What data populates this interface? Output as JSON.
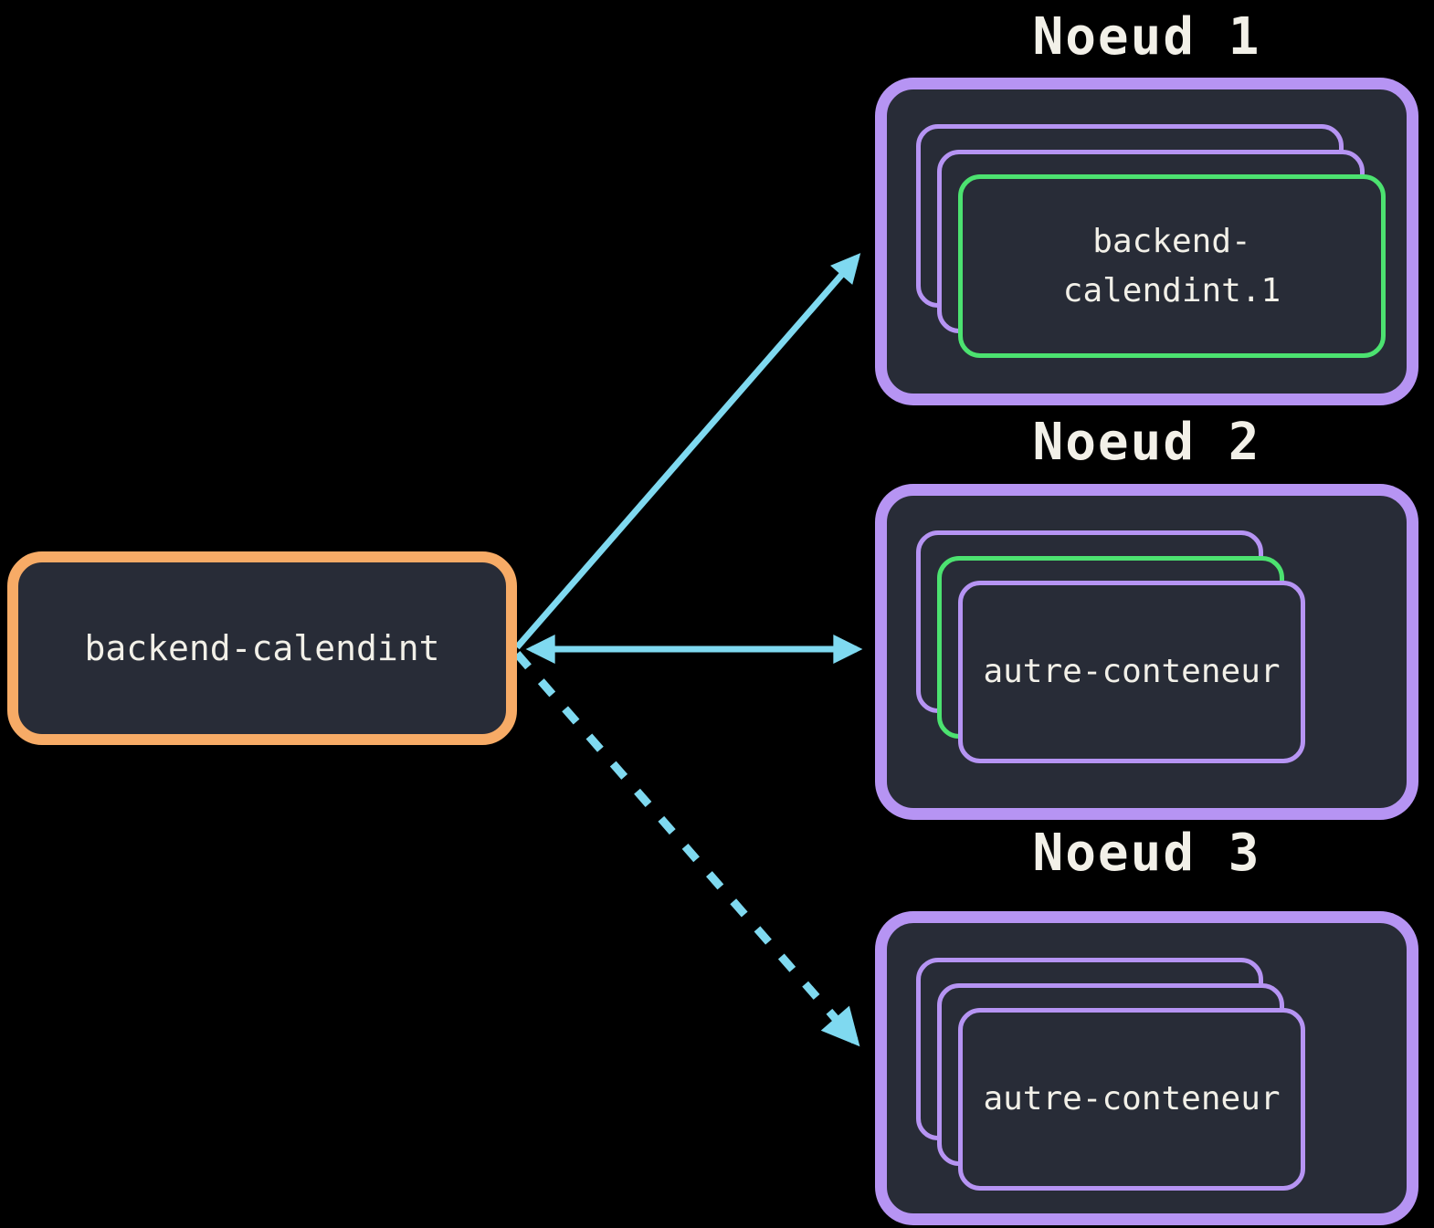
{
  "colors": {
    "accent-orange": "#f7ab66",
    "accent-purple": "#b694f3",
    "accent-green": "#4ce270",
    "accent-cyan": "#7fd9f0",
    "surface": "#282c37",
    "text": "#f2f0e8",
    "bg": "#000000"
  },
  "source": {
    "label": "backend-calendint"
  },
  "nodes": [
    {
      "id": "node-1",
      "title": "Noeud 1",
      "stack": [
        {
          "border": "purple"
        },
        {
          "border": "purple"
        },
        {
          "border": "green",
          "label": "backend-\ncalendint.1"
        }
      ]
    },
    {
      "id": "node-2",
      "title": "Noeud 2",
      "stack": [
        {
          "border": "purple"
        },
        {
          "border": "green"
        },
        {
          "border": "purple",
          "label": "autre-conteneur"
        }
      ]
    },
    {
      "id": "node-3",
      "title": "Noeud 3",
      "stack": [
        {
          "border": "purple"
        },
        {
          "border": "purple"
        },
        {
          "border": "purple",
          "label": "autre-conteneur"
        }
      ]
    }
  ],
  "edges": [
    {
      "from": "backend-calendint",
      "to": "Noeud 1",
      "style": "solid",
      "arrowheads": "end"
    },
    {
      "from": "backend-calendint",
      "to": "Noeud 2",
      "style": "solid",
      "arrowheads": "both"
    },
    {
      "from": "backend-calendint",
      "to": "Noeud 3",
      "style": "dashed",
      "arrowheads": "end"
    }
  ]
}
